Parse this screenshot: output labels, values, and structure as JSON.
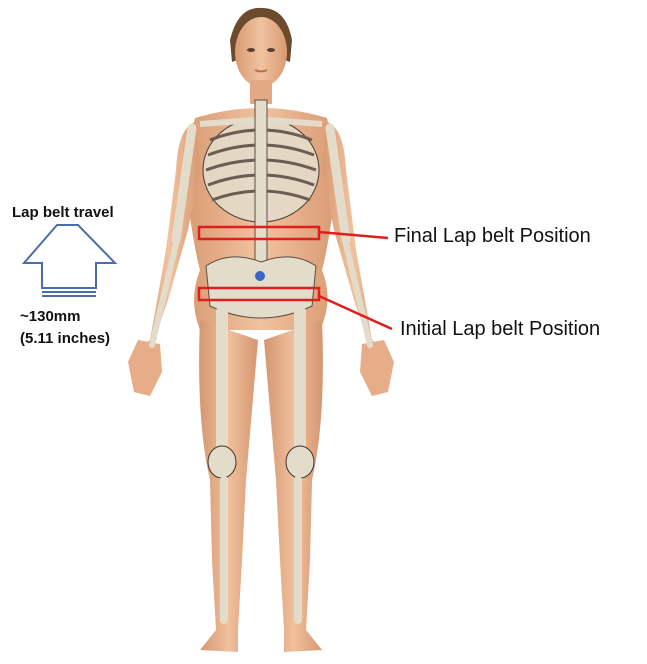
{
  "annotations": {
    "travel_title": "Lap belt travel",
    "travel_distance_mm": "~130mm",
    "travel_distance_in": "(5.11 inches)",
    "final_position": "Final Lap belt Position",
    "initial_position": "Initial Lap belt Position"
  },
  "colors": {
    "skin": "#e9b48f",
    "bone": "#e4dccb",
    "arrow_outline": "#4a6ea9",
    "belt_marker": "#e01e1e",
    "hair": "#6b4a2e"
  },
  "icons": {
    "arrow": "up-arrow-outline-icon",
    "figure": "human-skeleton-figure"
  }
}
